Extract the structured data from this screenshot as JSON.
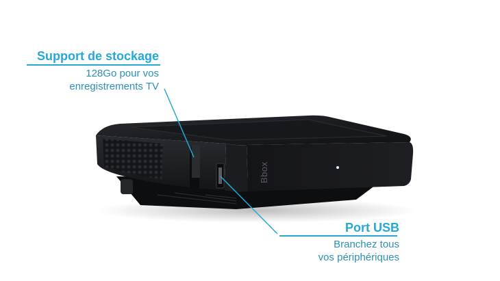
{
  "callouts": {
    "storage": {
      "title": "Support de stockage",
      "line1": "128Go pour vos",
      "line2": "enregistrements TV"
    },
    "usb": {
      "title": "Port USB",
      "line1": "Branchez tous",
      "line2": "vos périphériques"
    }
  },
  "device": {
    "brand_text": "Bbox"
  },
  "colors": {
    "accent": "#25a9d3",
    "device_body": "#1f2024",
    "background": "#ffffff"
  }
}
